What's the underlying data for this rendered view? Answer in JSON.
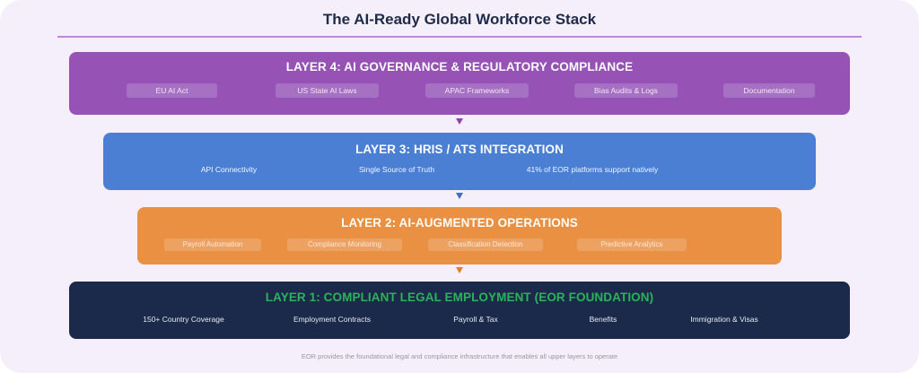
{
  "title": "The AI-Ready Global Workforce Stack",
  "colors": {
    "background": "#f5eefb",
    "title_rule": "#b98bd3",
    "layer4": "#9652b4",
    "layer3": "#4a7fd4",
    "layer2": "#e99042",
    "layer1": "#1b2a4b",
    "layer1_title": "#2ab35a"
  },
  "layers": [
    {
      "id": "layer4",
      "title": "LAYER 4: AI GOVERNANCE & REGULATORY COMPLIANCE",
      "items": [
        "EU AI Act",
        "US State AI Laws",
        "APAC Frameworks",
        "Bias Audits & Logs",
        "Documentation"
      ]
    },
    {
      "id": "layer3",
      "title": "LAYER 3: HRIS / ATS INTEGRATION",
      "items": [
        "API Connectivity",
        "Single Source of Truth",
        "41% of EOR platforms support natively"
      ]
    },
    {
      "id": "layer2",
      "title": "LAYER 2: AI-AUGMENTED OPERATIONS",
      "items": [
        "Payroll Automation",
        "Compliance Monitoring",
        "Classification Detection",
        "Predictive Analytics"
      ]
    },
    {
      "id": "layer1",
      "title": "LAYER 1: COMPLIANT LEGAL EMPLOYMENT (EOR FOUNDATION)",
      "items": [
        "150+ Country Coverage",
        "Employment Contracts",
        "Payroll & Tax",
        "Benefits",
        "Immigration & Visas"
      ]
    }
  ],
  "arrows": [
    {
      "icon": "arrow-down-icon",
      "color": "#8e44ad"
    },
    {
      "icon": "arrow-down-icon",
      "color": "#3e6fc7"
    },
    {
      "icon": "arrow-down-icon",
      "color": "#e0812f"
    }
  ],
  "footer": "EOR provides the foundational legal and compliance infrastructure that enables all upper layers to operate"
}
